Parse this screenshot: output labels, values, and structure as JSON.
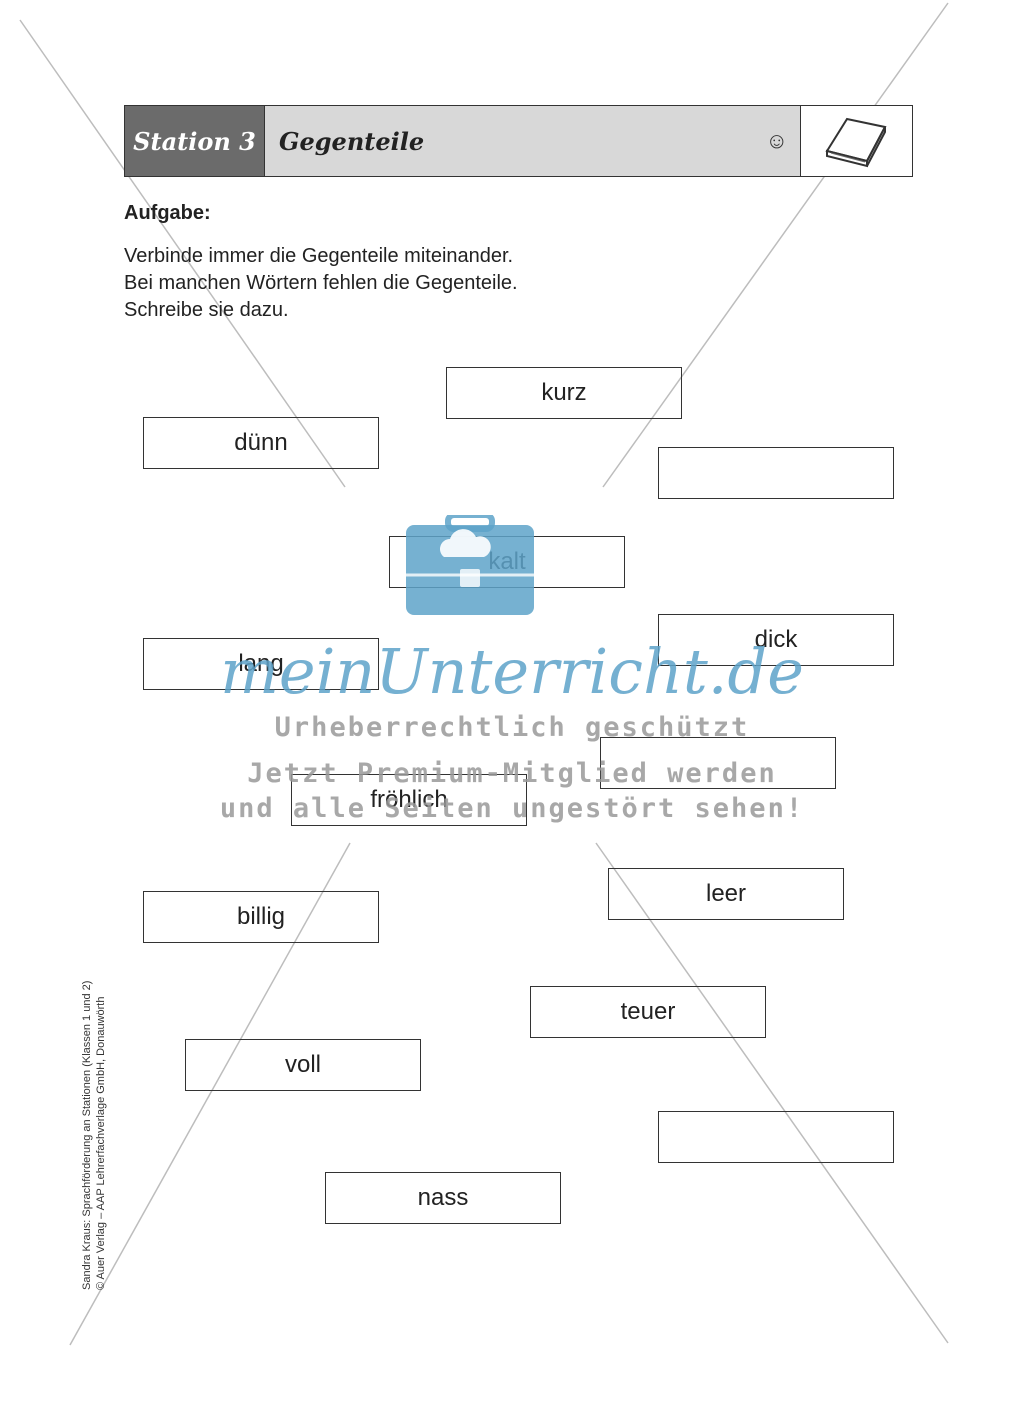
{
  "header": {
    "station": "Station 3",
    "title": "Gegenteile",
    "smiley": "☺",
    "book_icon": "book-icon"
  },
  "task": {
    "label": "Aufgabe:",
    "lines": [
      "Verbinde immer die Gegenteile miteinander.",
      "Bei manchen Wörtern fehlen die Gegenteile.",
      "Schreibe sie dazu."
    ]
  },
  "words": [
    "kurz",
    "dünn",
    "",
    "kalt",
    "dick",
    "lang",
    "",
    "fröhlich",
    "leer",
    "billig",
    "teuer",
    "voll",
    "",
    "nass"
  ],
  "watermark": {
    "logo": "meinUnterricht.de",
    "line1": "Urheberrechtlich geschützt",
    "line2": "Jetzt Premium-Mitglied werden",
    "line3": "und alle Seiten ungestört sehen!"
  },
  "credit": {
    "line1": "Sandra Kraus: Sprachförderung an Stationen (Klassen 1 und 2)",
    "line2": "© Auer Verlag – AAP Lehrerfachverlage GmbH, Donauwörth"
  }
}
